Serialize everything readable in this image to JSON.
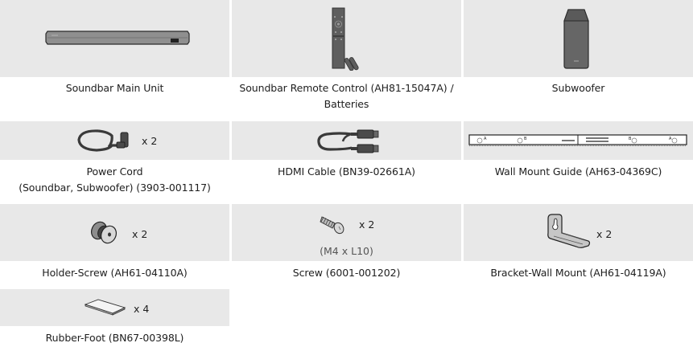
{
  "components": [
    {
      "id": "soundbar",
      "label": "Soundbar Main Unit",
      "label_line2": ""
    },
    {
      "id": "remote",
      "label": "Soundbar Remote Control (AH81-15047A) /",
      "label_line2": "Batteries"
    },
    {
      "id": "subwoofer",
      "label": "Subwoofer",
      "label_line2": ""
    },
    {
      "id": "power-cord",
      "label": "Power Cord",
      "label_line2": "(Soundbar, Subwoofer) (3903-001117)",
      "quantity": "x 2"
    },
    {
      "id": "hdmi-cable",
      "label": "HDMI Cable (BN39-02661A)",
      "label_line2": ""
    },
    {
      "id": "wall-mount-guide",
      "label": "Wall Mount Guide (AH63-04369C)",
      "label_line2": "",
      "guide_marks": [
        "A",
        "B",
        "B",
        "A"
      ]
    },
    {
      "id": "holder-screw",
      "label": "Holder-Screw (AH61-04110A)",
      "label_line2": "",
      "quantity": "x 2"
    },
    {
      "id": "screw",
      "label": "Screw (6001-001202)",
      "label_line2": "",
      "quantity": "x 2",
      "spec": "(M4 x L10)"
    },
    {
      "id": "bracket-wall-mount",
      "label": "Bracket-Wall Mount (AH61-04119A)",
      "label_line2": "",
      "quantity": "x 2"
    },
    {
      "id": "rubber-foot",
      "label": "Rubber-Foot (BN67-00398L)",
      "label_line2": "",
      "quantity": "x 4"
    }
  ],
  "colors": {
    "panel_bg": "#e8e8e8",
    "device_gray": "#8c8c8c",
    "device_dark": "#5e5e5e",
    "outline": "#2a2a2a"
  }
}
